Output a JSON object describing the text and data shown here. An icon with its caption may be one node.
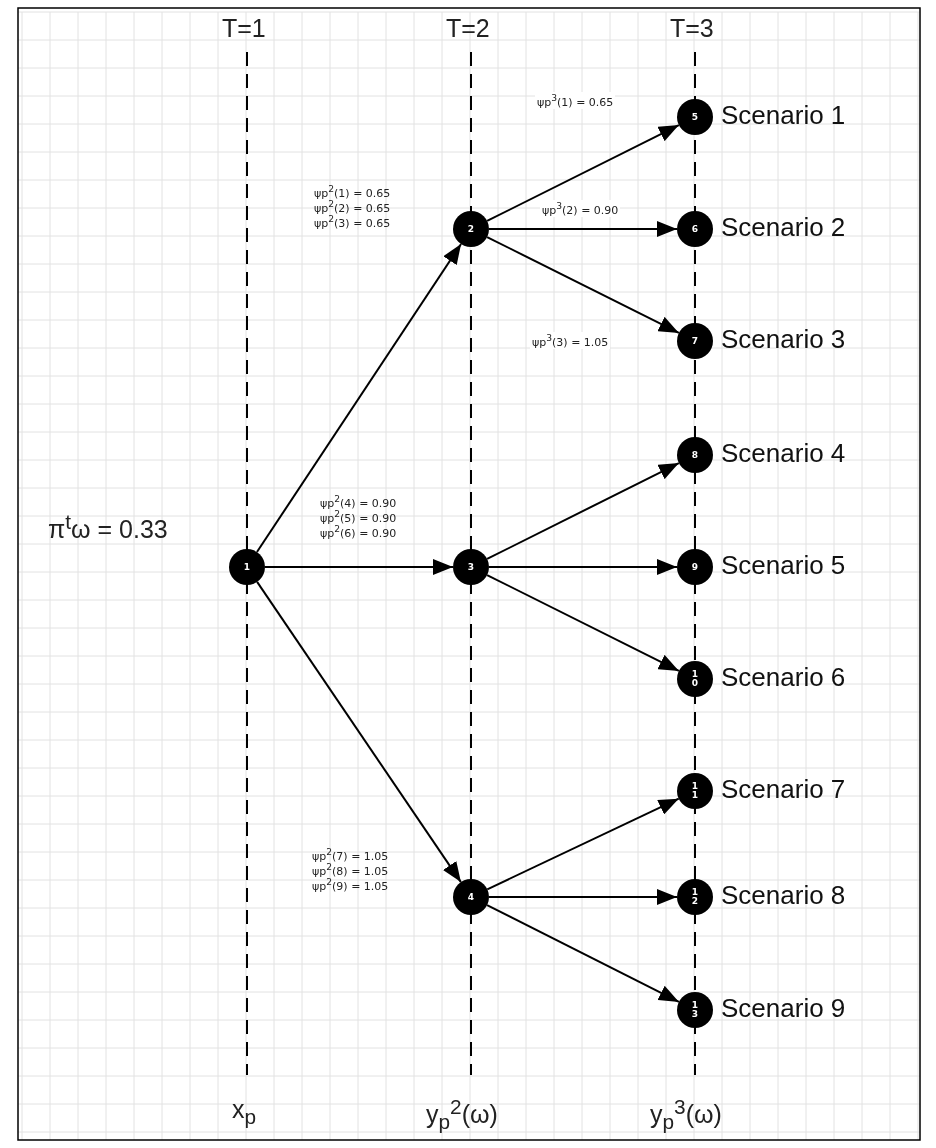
{
  "diagram": {
    "nodes": [
      {
        "text": [
          "1"
        ]
      },
      {
        "text": [
          "2"
        ]
      },
      {
        "text": [
          "3"
        ]
      },
      {
        "text": [
          "4"
        ]
      },
      {
        "text": [
          "5"
        ],
        "beside": [
          "Scenario 1"
        ]
      },
      {
        "text": [
          "6"
        ],
        "beside": [
          "Scenario 2"
        ]
      },
      {
        "text": [
          "7"
        ],
        "beside": [
          "Scenario 3"
        ]
      },
      {
        "text": [
          "8"
        ],
        "beside": [
          "Scenario 4"
        ]
      },
      {
        "text": [
          "9"
        ],
        "beside": [
          "Scenario 5"
        ]
      },
      {
        "text": [
          "10"
        ],
        "beside": [
          "Scenario 6"
        ]
      },
      {
        "text": [
          "11"
        ],
        "beside": [
          "Scenario 7"
        ]
      },
      {
        "text": [
          "12"
        ],
        "beside": [
          "Scenario 8"
        ]
      },
      {
        "text": [
          "13"
        ],
        "beside": [
          "Scenario 9"
        ]
      }
    ],
    "edges": [
      {
        "from": 0,
        "to": 1,
        "arrow": "to"
      },
      {
        "from": 0,
        "to": 2,
        "arrow": "to"
      },
      {
        "from": 0,
        "to": 3,
        "arrow": "to"
      },
      {
        "from": 1,
        "to": 4,
        "arrow": "to",
        "label": "ψp$^{3}$(1) = 0.65"
      },
      {
        "from": 1,
        "to": 5,
        "arrow": "to",
        "label": "ψp$^{3}$(2) = 0.90"
      },
      {
        "from": 1,
        "to": 6,
        "arrow": "to",
        "label": "ψp$^{3}$(3) = 1.05"
      },
      {
        "from": 2,
        "to": 7,
        "arrow": "to"
      },
      {
        "from": 2,
        "to": 8,
        "arrow": "to"
      },
      {
        "from": 2,
        "to": 9,
        "arrow": "to"
      },
      {
        "from": 3,
        "to": 10,
        "arrow": "to"
      },
      {
        "from": 3,
        "to": 11,
        "arrow": "to"
      },
      {
        "from": 3,
        "to": 12,
        "arrow": "to"
      }
    ],
    "labels": [
      "T=1",
      "T=2",
      "T=3",
      "ψp$^{2}$(1) = 0.65",
      "ψp$^{2}$(2) = 0.65",
      "ψp$^{2}$(3) = 0.65",
      "π$^{t}$ω = 0.33",
      "ψp$^{2}$(4) = 0.90",
      "ψp$^{2}$(5) = 0.90",
      "ψp$^{2}$(6) = 0.90",
      "ψp$^{2}$(7) = 1.05",
      "ψp$^{2}$(8) = 1.05",
      "ψp$^{2}$(9) = 1.05",
      "x$_{p}$",
      "y$_{p}$$^{2}$(ω)",
      "y$_{p}$$^{3}$(ω)"
    ]
  }
}
